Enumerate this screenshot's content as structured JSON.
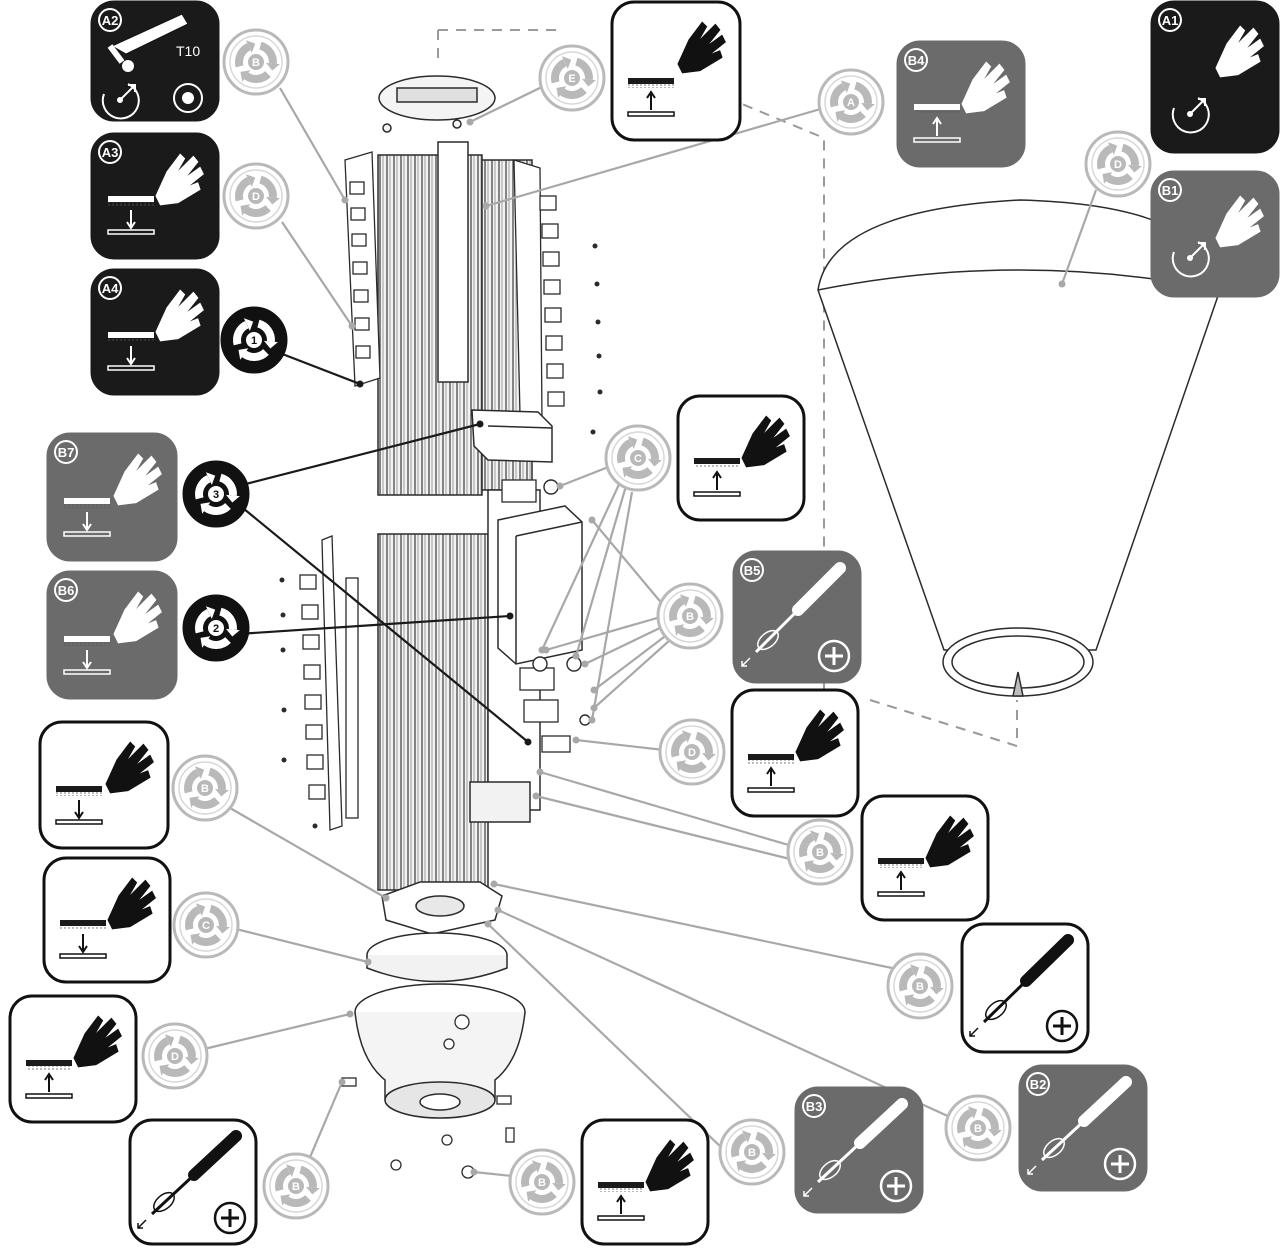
{
  "panels": [
    {
      "id": "A2",
      "label": "A2",
      "theme": "black",
      "icon": "torx-wrench-icon",
      "sublabel": "T10"
    },
    {
      "id": "A3",
      "label": "A3",
      "theme": "black",
      "icon": "hand-remove-down-icon"
    },
    {
      "id": "A4",
      "label": "A4",
      "theme": "black",
      "icon": "hand-remove-down-icon"
    },
    {
      "id": "A1",
      "label": "A1",
      "theme": "black",
      "icon": "hand-rotate-icon"
    },
    {
      "id": "B4",
      "label": "B4",
      "theme": "gray",
      "icon": "hand-lift-up-icon"
    },
    {
      "id": "B1",
      "label": "B1",
      "theme": "gray",
      "icon": "hand-rotate-icon"
    },
    {
      "id": "B7",
      "label": "B7",
      "theme": "gray",
      "icon": "hand-remove-down-icon"
    },
    {
      "id": "B6",
      "label": "B6",
      "theme": "gray",
      "icon": "hand-remove-down-icon"
    },
    {
      "id": "B5",
      "label": "B5",
      "theme": "gray",
      "icon": "screwdriver-phillips-icon"
    },
    {
      "id": "B3",
      "label": "B3",
      "theme": "gray",
      "icon": "screwdriver-phillips-icon"
    },
    {
      "id": "B2",
      "label": "B2",
      "theme": "gray",
      "icon": "screwdriver-phillips-icon"
    },
    {
      "id": "W1",
      "label": "",
      "theme": "white",
      "icon": "hand-lift-up-icon"
    },
    {
      "id": "W2",
      "label": "",
      "theme": "white",
      "icon": "hand-lift-up-icon"
    },
    {
      "id": "W3",
      "label": "",
      "theme": "white",
      "icon": "hand-lift-up-icon"
    },
    {
      "id": "W4",
      "label": "",
      "theme": "white",
      "icon": "hand-lift-up-icon"
    },
    {
      "id": "W5",
      "label": "",
      "theme": "white",
      "icon": "screwdriver-phillips-icon"
    },
    {
      "id": "W6",
      "label": "",
      "theme": "white",
      "icon": "hand-remove-down-icon"
    },
    {
      "id": "W7",
      "label": "",
      "theme": "white",
      "icon": "hand-remove-down-icon"
    },
    {
      "id": "W8",
      "label": "",
      "theme": "white",
      "icon": "hand-lift-up-icon"
    },
    {
      "id": "W9",
      "label": "",
      "theme": "white",
      "icon": "screwdriver-phillips-icon"
    },
    {
      "id": "W10",
      "label": "",
      "theme": "white",
      "icon": "hand-lift-up-icon"
    }
  ],
  "recycle_symbols": [
    {
      "id": "r-b-top",
      "letter": "B",
      "style": "outline"
    },
    {
      "id": "r-e-top",
      "letter": "E",
      "style": "outline"
    },
    {
      "id": "r-a-top",
      "letter": "A",
      "style": "outline"
    },
    {
      "id": "r-d-left",
      "letter": "D",
      "style": "outline"
    },
    {
      "id": "r-d-cone",
      "letter": "D",
      "style": "outline"
    },
    {
      "id": "r-1",
      "letter": "1",
      "style": "filled"
    },
    {
      "id": "r-3",
      "letter": "3",
      "style": "filled"
    },
    {
      "id": "r-2",
      "letter": "2",
      "style": "filled"
    },
    {
      "id": "r-c-mid",
      "letter": "C",
      "style": "outline"
    },
    {
      "id": "r-b-mid",
      "letter": "B",
      "style": "outline"
    },
    {
      "id": "r-d-mid",
      "letter": "D",
      "style": "outline"
    },
    {
      "id": "r-b-right1",
      "letter": "B",
      "style": "outline"
    },
    {
      "id": "r-b-right2",
      "letter": "B",
      "style": "outline"
    },
    {
      "id": "r-b-left",
      "letter": "B",
      "style": "outline"
    },
    {
      "id": "r-c-left",
      "letter": "C",
      "style": "outline"
    },
    {
      "id": "r-d-bottom",
      "letter": "D",
      "style": "outline"
    },
    {
      "id": "r-b-bot1",
      "letter": "B",
      "style": "outline"
    },
    {
      "id": "r-b-bot2",
      "letter": "B",
      "style": "outline"
    },
    {
      "id": "r-b-bot3",
      "letter": "B",
      "style": "outline"
    },
    {
      "id": "r-b-bot4",
      "letter": "B",
      "style": "outline"
    }
  ],
  "colors": {
    "black_panel": "#1a1a1a",
    "gray_panel": "#6b6b6b",
    "white_panel": "#ffffff",
    "leader_line": "#a8a8a8",
    "leader_line_dark": "#1a1a1a",
    "recycle_outline": "#b9b9b9",
    "part_stroke": "#2b2b2b",
    "dash": "#9a9a9a"
  }
}
